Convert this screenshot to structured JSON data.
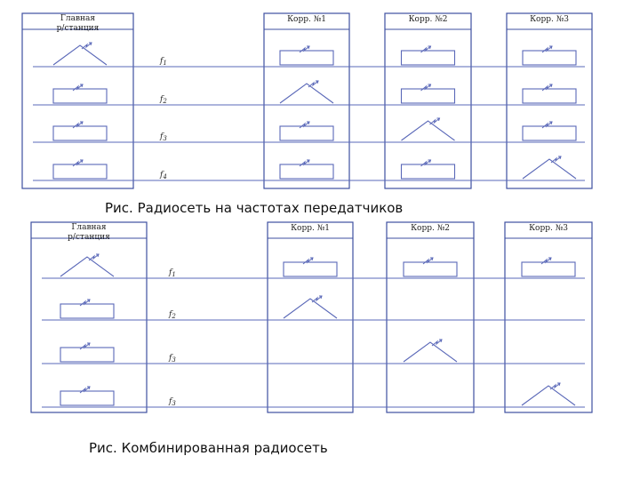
{
  "diagram1": {
    "main_station_label": "Главная р/станция",
    "correspondents": [
      "Корр. №1",
      "Корр. №2",
      "Корр. №3"
    ],
    "frequencies": [
      "f1",
      "f2",
      "f3",
      "f4"
    ],
    "transmitter_matrix": [
      [
        0,
        1,
        1,
        1
      ],
      [
        1,
        0,
        1,
        1
      ],
      [
        1,
        1,
        0,
        1
      ],
      [
        1,
        1,
        1,
        0
      ]
    ],
    "caption": "Рис. Радиосеть на частотах передатчиков"
  },
  "diagram2": {
    "main_station_label": "Главная р/станция",
    "correspondents": [
      "Корр. №1",
      "Корр. №2",
      "Корр. №3"
    ],
    "frequencies": [
      "f1",
      "f2",
      "f3",
      "f3"
    ],
    "transmitter_matrix": [
      [
        0,
        1,
        1,
        1
      ],
      [
        1,
        0,
        null,
        null
      ],
      [
        1,
        null,
        0,
        null
      ],
      [
        1,
        null,
        null,
        0
      ]
    ],
    "caption": "Рис. Комбинированная радиосеть"
  },
  "colors": {
    "line": "#5a68b8",
    "frame": "#3e4fa0",
    "text": "#222222"
  },
  "legend_icons": {
    "transmitter": "triangle-with-antenna",
    "receiver": "rectangle-with-antenna"
  }
}
